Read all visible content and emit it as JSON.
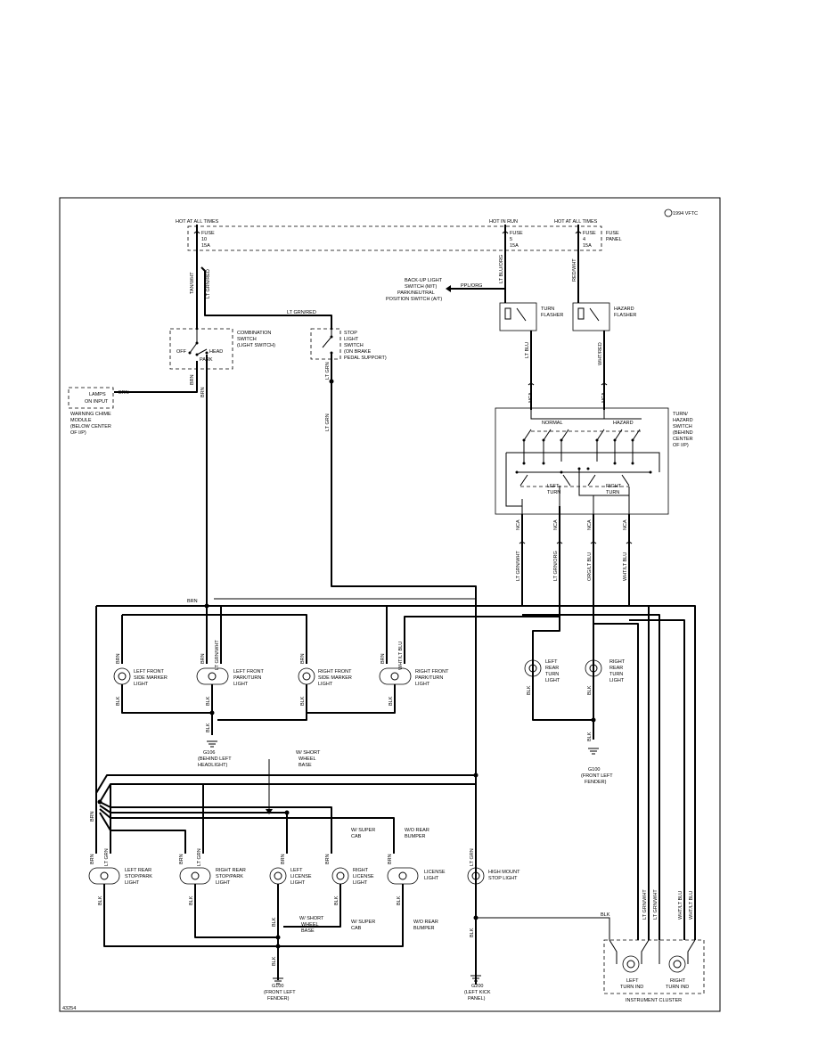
{
  "copyright": "1994 VFTC",
  "figure_id": "43254",
  "power": {
    "hot_at_all_times_left": "HOT AT ALL TIMES",
    "hot_in_run": "HOT IN RUN",
    "hot_at_all_times_right": "HOT AT ALL TIMES",
    "fuse_panel": [
      "FUSE",
      "PANEL"
    ],
    "fuse_10": [
      "FUSE",
      "10",
      "15A"
    ],
    "fuse_5": [
      "FUSE",
      "5",
      "15A"
    ],
    "fuse_4": [
      "FUSE",
      "4",
      "15A"
    ]
  },
  "components": {
    "backup_switch": [
      "BACK-UP LIGHT",
      "SWITCH (M/T)",
      "PARK/NEUTRAL",
      "POSITION SWITCH (A/T)"
    ],
    "turn_flasher": [
      "TURN",
      "FLASHER"
    ],
    "hazard_flasher": [
      "HAZARD",
      "FLASHER"
    ],
    "combination_switch": [
      "COMBINATION",
      "SWITCH",
      "(LIGHT SWITCH)"
    ],
    "switch_off": "OFF",
    "switch_head": "HEAD",
    "switch_park": "PARK",
    "stop_light_switch": [
      "STOP",
      "LIGHT",
      "SWITCH",
      "(ON BRAKE",
      "PEDAL SUPPORT)"
    ],
    "lamps_on_input": [
      "LAMPS",
      "ON INPUT"
    ],
    "warning_chime": [
      "WARNING CHIME",
      "MODULE",
      "(BELOW CENTER",
      "OF I/P)"
    ],
    "turn_hazard_switch": [
      "TURN/",
      "HAZARD",
      "SWITCH",
      "(BEHIND",
      "CENTER",
      "OF I/P)"
    ],
    "normal": "NORMAL",
    "hazard": "HAZARD",
    "left_turn": [
      "LEFT",
      "TURN"
    ],
    "right_turn": [
      "RIGHT",
      "TURN"
    ],
    "lf_side_marker": [
      "LEFT FRONT",
      "SIDE MARKER",
      "LIGHT"
    ],
    "lf_park_turn": [
      "LEFT FRONT",
      "PARK/TURN",
      "LIGHT"
    ],
    "rf_side_marker": [
      "RIGHT FRONT",
      "SIDE MARKER",
      "LIGHT"
    ],
    "rf_park_turn": [
      "RIGHT FRONT",
      "PARK/TURN",
      "LIGHT"
    ],
    "l_rear_turn": [
      "LEFT",
      "REAR",
      "TURN",
      "LIGHT"
    ],
    "r_rear_turn": [
      "RIGHT",
      "REAR",
      "TURN",
      "LIGHT"
    ],
    "g106": [
      "G106",
      "(BEHIND LEFT",
      "HEADLIGHT)"
    ],
    "g100_upper": [
      "G100",
      "(FRONT LEFT",
      "FENDER)"
    ],
    "short_wheel_base_top": [
      "W/ SHORT",
      "WHEEL",
      "BASE"
    ],
    "super_cab_top": [
      "W/ SUPER",
      "CAB"
    ],
    "rear_bumper_top": [
      "W/O REAR",
      "BUMPER"
    ],
    "l_rear_stop": [
      "LEFT REAR",
      "STOP/PARK",
      "LIGHT"
    ],
    "r_rear_stop": [
      "RIGHT REAR",
      "STOP/PARK",
      "LIGHT"
    ],
    "l_license": [
      "LEFT",
      "LICENSE",
      "LIGHT"
    ],
    "r_license": [
      "RIGHT",
      "LICENSE",
      "LIGHT"
    ],
    "license": [
      "LICENSE",
      "LIGHT"
    ],
    "high_mount": [
      "HIGH MOUNT",
      "STOP LIGHT"
    ],
    "short_wheel_base_bottom": [
      "W/ SHORT",
      "WHEEL",
      "BASE"
    ],
    "super_cab_bottom": [
      "W/ SUPER",
      "CAB"
    ],
    "rear_bumper_bottom": [
      "W/O REAR",
      "BUMPER"
    ],
    "g100_lower": [
      "G100",
      "(FRONT LEFT",
      "FENDER)"
    ],
    "g200": [
      "G200",
      "(LEFT KICK",
      "PANEL)"
    ],
    "left_turn_ind": [
      "LEFT",
      "TURN IND"
    ],
    "right_turn_ind": [
      "RIGHT",
      "TURN IND"
    ],
    "instrument_cluster": "INSTRUMENT CLUSTER"
  },
  "wires": {
    "tan_wht": "TAN/WHT",
    "lt_grn_red": "LT GRN/RED",
    "lt_grn_red_h": "LT GRN/RED",
    "ppl_org": "PPL/ORG",
    "lt_blu_org": "LT BLU/ORG",
    "red_wht": "RED/WHT",
    "lt_blu": "LT BLU",
    "wht_red": "WHT/RED",
    "brn": "BRN",
    "lt_grn": "LT GRN",
    "nca": "NCA",
    "lt_grn_wht": "LT GRN/WHT",
    "lt_grn_org": "LT GRN/ORG",
    "org_lt_blu": "ORG/LT BLU",
    "wht_lt_blu": "WHT/LT BLU",
    "blk": "BLK",
    "lt_grn_wht2": "LT GRN/WHT",
    "lt_grn_wht3": "LT GRN/WHT",
    "wht_lt_blu2": "WHT/LT BLU"
  }
}
